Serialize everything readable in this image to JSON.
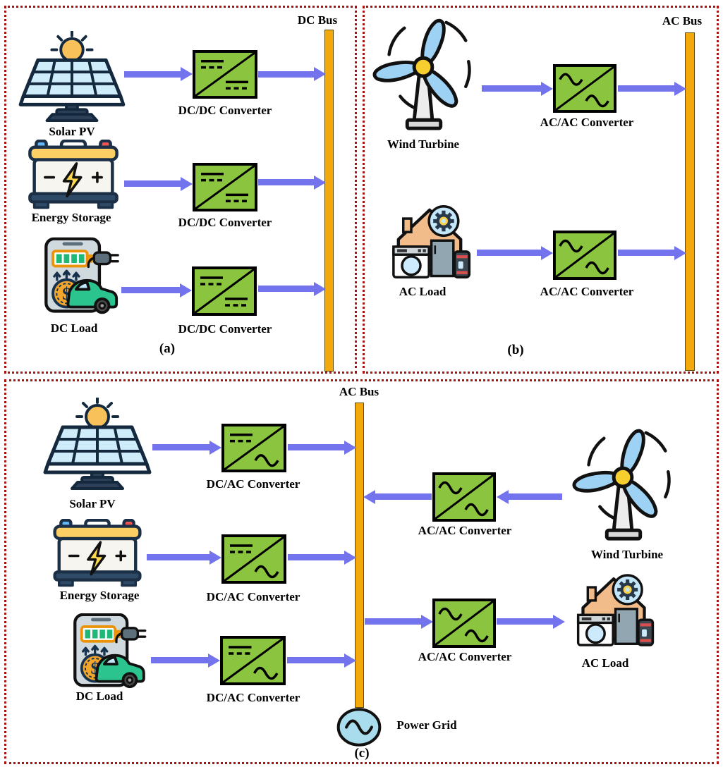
{
  "panel_a": {
    "caption": "(a)",
    "bus_label": "DC Bus",
    "rows": [
      {
        "icon": "solar-pv-icon",
        "source": "Solar PV",
        "converter": "DC/DC Converter"
      },
      {
        "icon": "battery-icon",
        "source": "Energy Storage",
        "converter": "DC/DC Converter"
      },
      {
        "icon": "dc-load-icon",
        "source": "DC Load",
        "converter": "DC/DC Converter"
      }
    ]
  },
  "panel_b": {
    "caption": "(b)",
    "bus_label": "AC Bus",
    "rows": [
      {
        "icon": "wind-turbine-icon",
        "source": "Wind Turbine",
        "converter": "AC/AC Converter"
      },
      {
        "icon": "ac-load-icon",
        "source": "AC Load",
        "converter": "AC/AC Converter"
      }
    ]
  },
  "panel_c": {
    "caption": "(c)",
    "bus_label": "AC Bus",
    "left_rows": [
      {
        "icon": "solar-pv-icon",
        "source": "Solar PV",
        "converter": "DC/AC Converter",
        "flow": "into-bus"
      },
      {
        "icon": "battery-icon",
        "source": "Energy Storage",
        "converter": "DC/AC Converter",
        "flow": "into-bus"
      },
      {
        "icon": "dc-load-icon",
        "source": "DC Load",
        "converter": "DC/AC Converter",
        "flow": "into-bus"
      }
    ],
    "right_rows": [
      {
        "icon": "wind-turbine-icon",
        "source": "Wind Turbine",
        "converter": "AC/AC Converter",
        "flow": "into-bus"
      },
      {
        "icon": "ac-load-icon",
        "source": "AC Load",
        "converter": "AC/AC Converter",
        "flow": "from-bus"
      }
    ],
    "power_grid_label": "Power Grid",
    "power_grid_icon": "power-grid-icon"
  },
  "colors": {
    "converter_fill": "#8bc53f",
    "arrow": "#7473ee",
    "bus_fill": "#f3a90b",
    "panel_border": "#aa1212",
    "power_grid_fill": "#a9dcec"
  }
}
